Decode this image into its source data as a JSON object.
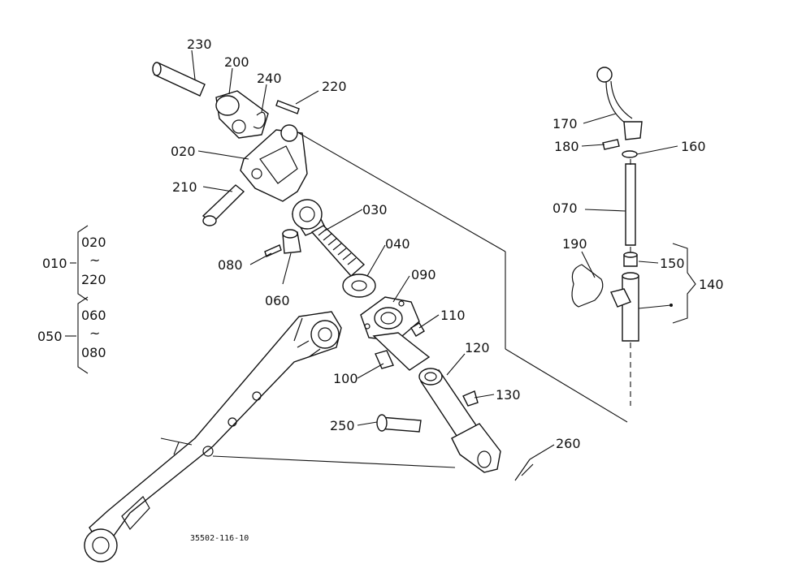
{
  "labels": {
    "p230": "230",
    "p200": "200",
    "p240": "240",
    "p220": "220",
    "p020": "020",
    "p210": "210",
    "p030": "030",
    "p040": "040",
    "p090": "090",
    "p080": "080",
    "p060": "060",
    "p110": "110",
    "p100": "100",
    "p120": "120",
    "p130": "130",
    "p250": "250",
    "p260": "260",
    "p170": "170",
    "p180": "180",
    "p160": "160",
    "p070": "070",
    "p190": "190",
    "p150": "150",
    "p140": "140"
  },
  "groups": {
    "g010": {
      "code": "010",
      "from": "020",
      "sep": "~",
      "to": "220"
    },
    "g050": {
      "code": "050",
      "from": "060",
      "sep": "~",
      "to": "080"
    }
  },
  "drawing_number": "35502-116-10"
}
